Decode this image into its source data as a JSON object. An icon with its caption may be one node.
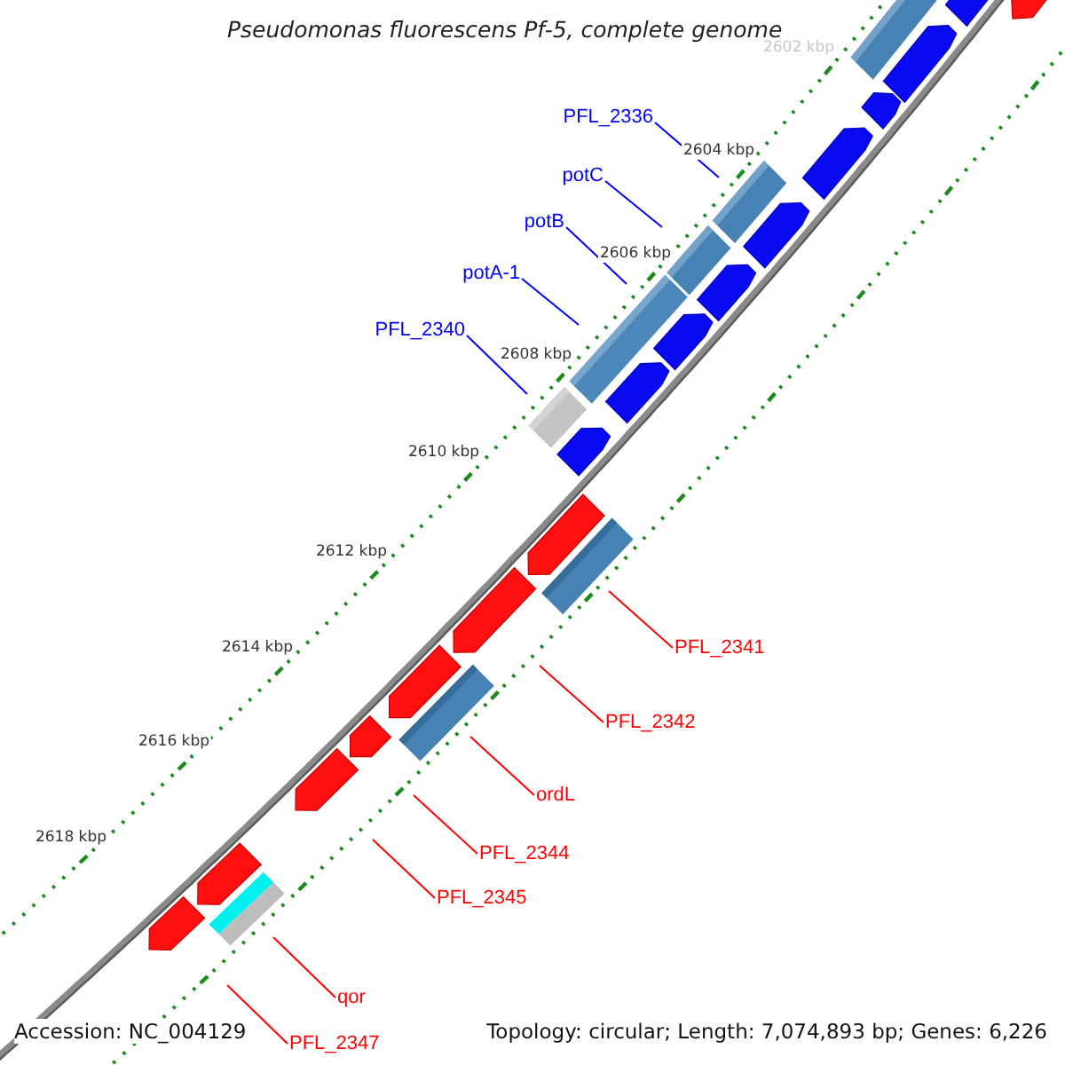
{
  "diagram": {
    "title": "Pseudomonas fluorescens Pf-5, complete genome",
    "nodes": [
      {
        "text": [
          "PFL_2336"
        ]
      },
      {
        "text": [
          "potC"
        ]
      },
      {
        "text": [
          "potB"
        ]
      },
      {
        "text": [
          "potA-1"
        ]
      },
      {
        "text": [
          "PFL_2340"
        ]
      },
      {
        "text": [
          "PFL_2341"
        ]
      },
      {
        "text": [
          "PFL_2342"
        ]
      },
      {
        "text": [
          "ordL"
        ]
      },
      {
        "text": [
          "PFL_2344"
        ]
      },
      {
        "text": [
          "PFL_2345"
        ]
      },
      {
        "text": [
          "qor"
        ]
      },
      {
        "text": [
          "PFL_2347"
        ]
      }
    ],
    "edges": [
      {
        "from": 0,
        "to": null,
        "arrow": "none",
        "color": "#0000ff"
      },
      {
        "from": 1,
        "to": null,
        "arrow": "none",
        "color": "#0000ff"
      },
      {
        "from": 2,
        "to": null,
        "arrow": "none",
        "color": "#0000ff"
      },
      {
        "from": 3,
        "to": null,
        "arrow": "none",
        "color": "#0000ff"
      },
      {
        "from": 4,
        "to": null,
        "arrow": "none",
        "color": "#0000ff"
      },
      {
        "from": 5,
        "to": null,
        "arrow": "none"
      },
      {
        "from": 6,
        "to": null,
        "arrow": "none"
      },
      {
        "from": 7,
        "to": null,
        "arrow": "none"
      },
      {
        "from": 8,
        "to": null,
        "arrow": "none"
      },
      {
        "from": 9,
        "to": null,
        "arrow": "none"
      },
      {
        "from": 10,
        "to": null,
        "arrow": "none"
      },
      {
        "from": 11,
        "to": null,
        "arrow": "none"
      }
    ],
    "labels": [
      "2602 kbp",
      "2604 kbp",
      "2606 kbp",
      "2608 kbp",
      "2610 kbp",
      "2612 kbp",
      "2614 kbp",
      "2616 kbp",
      "2618 kbp",
      "Accession: NC_004129",
      "Topology: circular; Length: 7,074,893 bp; Genes: 6,226"
    ]
  }
}
